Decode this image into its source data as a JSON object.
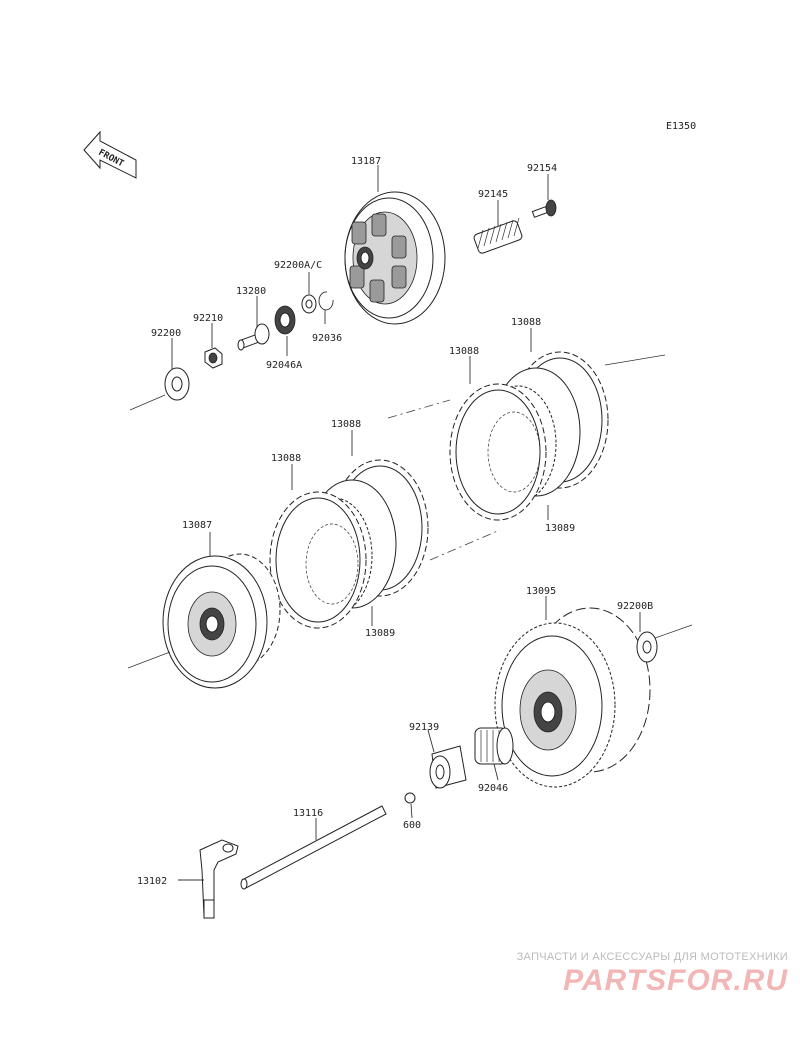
{
  "diagram": {
    "code": "E1350",
    "front_label": "FRONT",
    "parts": {
      "p13187": "13187",
      "p92154": "92154",
      "p92145": "92145",
      "p92200AC": "92200A/C",
      "p13280": "13280",
      "p92210": "92210",
      "p92036": "92036",
      "p92046A": "92046A",
      "p92200": "92200",
      "p13088a": "13088",
      "p13088b": "13088",
      "p13088c": "13088",
      "p13088d": "13088",
      "p13089a": "13089",
      "p13089b": "13089",
      "p13087": "13087",
      "p13095": "13095",
      "p92200B": "92200B",
      "p92139": "92139",
      "p92046": "92046",
      "p600": "600",
      "p13116": "13116",
      "p13102": "13102"
    }
  },
  "watermark": {
    "tagline": "ЗАПЧАСТИ И АКСЕССУАРЫ ДЛЯ МОТОТЕХНИКИ",
    "logo": "PARTSFOR.RU"
  }
}
